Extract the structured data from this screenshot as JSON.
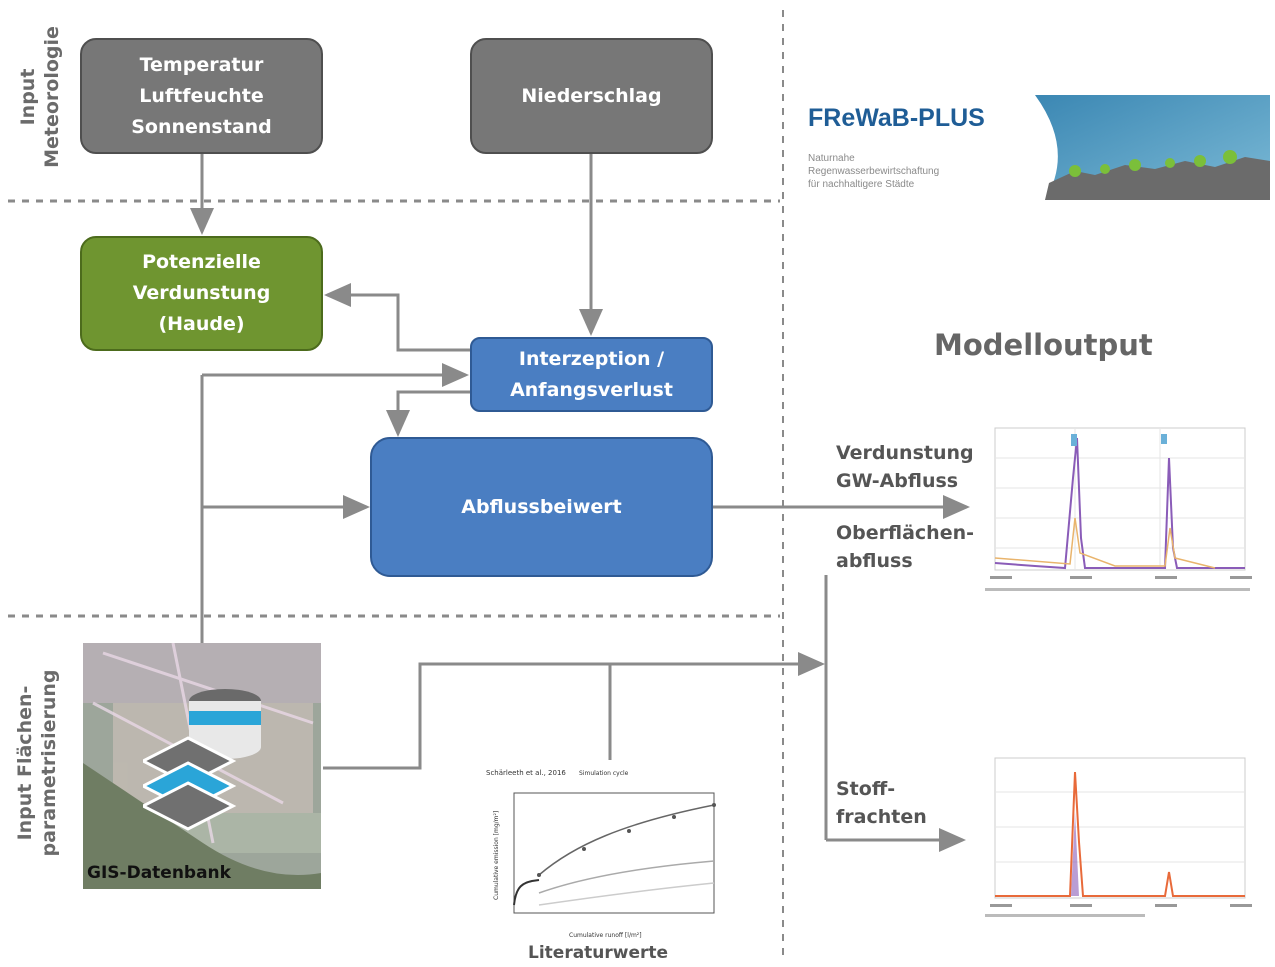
{
  "labels": {
    "input_meteo": "Input\nMeteorologie",
    "input_flaechen": "Input Flächen-\nparametrisierung",
    "modelloutput": "Modelloutput"
  },
  "boxes": {
    "temperatur": "Temperatur\nLuftfeuchte\nSonnenstand",
    "niederschlag": "Niederschlag",
    "verdunstung": "Potenzielle\nVerdunstung\n(Haude)",
    "interzeption": "Interzeption /\nAnfangsverlust",
    "abflussbeiwert": "Abflussbeiwert"
  },
  "outputs": {
    "verdunstung_gw": "Verdunstung\nGW-Abfluss",
    "oberflaechen": "Oberflächen-\nabfluss",
    "stofffrachten": "Stoff-\nfrachten"
  },
  "gis": {
    "caption": "GIS-Datenbank"
  },
  "literature": {
    "caption": "Literaturwerte",
    "chart_title": "Schärleeth et al., 2016",
    "top_axis_label": "Simulation cycle",
    "xlabel": "Cumulative runoff [l/m²]",
    "ylabel": "Cumulative emission [mg/m²]"
  },
  "logo": {
    "name": "FReWaB-PLUS",
    "subtitle": "Naturnahe\nRegenwasserbewirtschaftung\nfür nachhaltigere Städte"
  },
  "colors": {
    "grey_box": "#777777",
    "green_box": "#6f9530",
    "blue_box": "#4a7ec2",
    "arrow": "#8a8a8a"
  }
}
